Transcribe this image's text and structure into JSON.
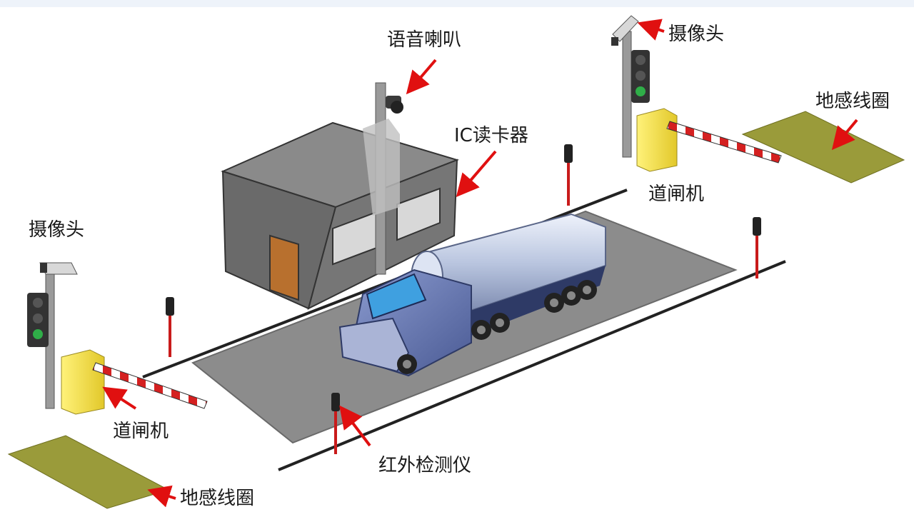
{
  "colors": {
    "label_text": "#1a1a1a",
    "arrow": "#e01010",
    "ground_pad": "#8c8c8c",
    "booth": "#6f6f6f",
    "door": "#b8702e",
    "barrier_red": "#d42020",
    "barrier_white": "#ffffff",
    "gate_box": "#f3e34a",
    "loop_coil": "#9a9b3a",
    "truck_tank": "#c9d3e8",
    "truck_cab": "#5d6fa8",
    "pole": "#9a9a9a",
    "sensor_post": "#c91b1b"
  },
  "labels": {
    "speaker": "语音喇叭",
    "card_reader": "IC读卡器",
    "camera_right": "摄像头",
    "camera_left": "摄像头",
    "loop_right": "地感线圈",
    "loop_left": "地感线圈",
    "gate_right": "道闸机",
    "gate_left": "道闸机",
    "infrared": "红外检测仪"
  },
  "icons": {
    "speaker": "speaker-icon",
    "camera": "camera-icon",
    "traffic_light": "traffic-light-icon",
    "truck": "tanker-truck-icon"
  }
}
